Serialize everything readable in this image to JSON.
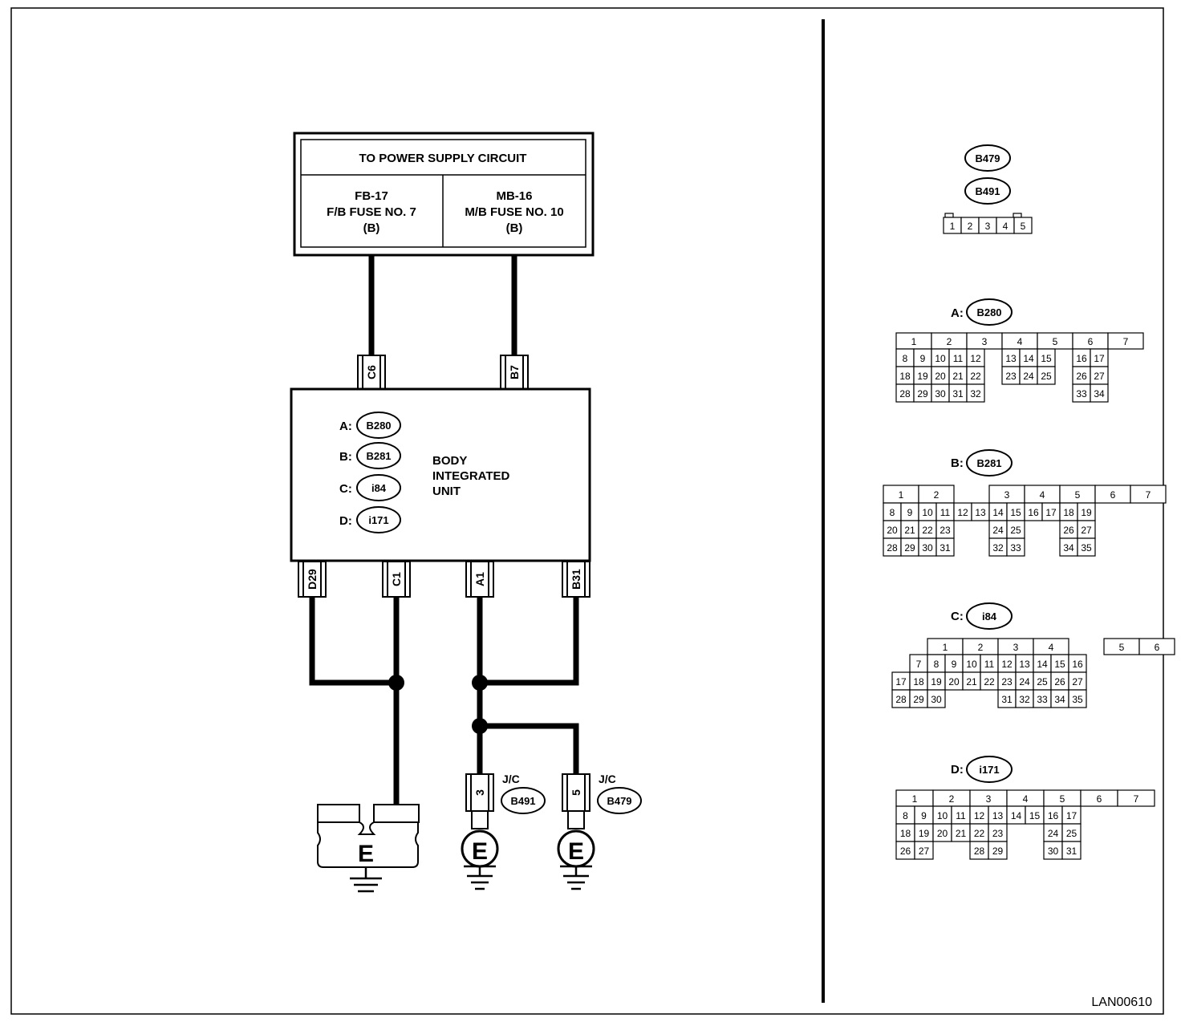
{
  "power_box": {
    "title": "TO POWER SUPPLY CIRCUIT",
    "left": [
      "FB-17",
      "F/B FUSE NO. 7",
      "(B)"
    ],
    "right": [
      "MB-16",
      "M/B FUSE NO. 10",
      "(B)"
    ]
  },
  "unit": {
    "name_lines": [
      "BODY",
      "INTEGRATED",
      "UNIT"
    ],
    "connectors": [
      {
        "letter": "A:",
        "id": "B280"
      },
      {
        "letter": "B:",
        "id": "B281"
      },
      {
        "letter": "C:",
        "id": "i84"
      },
      {
        "letter": "D:",
        "id": "i171"
      }
    ],
    "top_terminals": [
      "C6",
      "B7"
    ],
    "bottom_terminals": [
      "D29",
      "C1",
      "A1",
      "B31"
    ]
  },
  "grounds": {
    "jc_label": "J/C",
    "jc1": {
      "terminal": "3",
      "connector": "B491"
    },
    "jc2": {
      "terminal": "5",
      "connector": "B479"
    },
    "ground_letter": "E"
  },
  "connector_views": {
    "small": {
      "labels": [
        "B479",
        "B491"
      ],
      "pins": [
        "1",
        "2",
        "3",
        "4",
        "5"
      ]
    },
    "A": {
      "prefix": "A:",
      "label": "B280",
      "header": [
        "1",
        "2",
        "3",
        "4",
        "5",
        "6",
        "7"
      ],
      "rows": [
        [
          "8",
          "9",
          "10",
          "11",
          "12",
          "",
          "13",
          "14",
          "15",
          "",
          "16",
          "17"
        ],
        [
          "18",
          "19",
          "20",
          "21",
          "22",
          "",
          "23",
          "24",
          "25",
          "",
          "26",
          "27"
        ],
        [
          "28",
          "29",
          "30",
          "31",
          "32",
          "",
          "",
          "",
          "",
          "",
          "33",
          "34"
        ]
      ]
    },
    "B": {
      "prefix": "B:",
      "label": "B281",
      "header": [
        "1",
        "2",
        "",
        "3",
        "4",
        "5",
        "6",
        "7"
      ],
      "rows": [
        [
          "8",
          "9",
          "10",
          "11",
          "12",
          "13",
          "14",
          "15",
          "16",
          "17",
          "18",
          "19"
        ],
        [
          "20",
          "21",
          "22",
          "23",
          "",
          "",
          "24",
          "25",
          "",
          "",
          "26",
          "27"
        ],
        [
          "28",
          "29",
          "30",
          "31",
          "",
          "",
          "32",
          "33",
          "",
          "",
          "34",
          "35"
        ]
      ]
    },
    "C": {
      "prefix": "C:",
      "label": "i84",
      "header": [
        "",
        "1",
        "2",
        "3",
        "4",
        "",
        "5",
        "6"
      ],
      "rows": [
        [
          "",
          "7",
          "8",
          "9",
          "10",
          "11",
          "12",
          "13",
          "14",
          "15",
          "16"
        ],
        [
          "17",
          "18",
          "19",
          "20",
          "21",
          "22",
          "23",
          "24",
          "25",
          "26",
          "27"
        ],
        [
          "28",
          "29",
          "30",
          "",
          "",
          "",
          "31",
          "32",
          "33",
          "34",
          "35"
        ]
      ]
    },
    "D": {
      "prefix": "D:",
      "label": "i171",
      "header": [
        "1",
        "2",
        "3",
        "4",
        "5",
        "6",
        "7"
      ],
      "rows": [
        [
          "8",
          "9",
          "10",
          "11",
          "12",
          "13",
          "14",
          "15",
          "16",
          "17"
        ],
        [
          "18",
          "19",
          "20",
          "21",
          "22",
          "23",
          "",
          "",
          "24",
          "25"
        ],
        [
          "26",
          "27",
          "",
          "",
          "28",
          "29",
          "",
          "",
          "30",
          "31"
        ]
      ]
    }
  },
  "footer": {
    "code": "LAN00610"
  }
}
